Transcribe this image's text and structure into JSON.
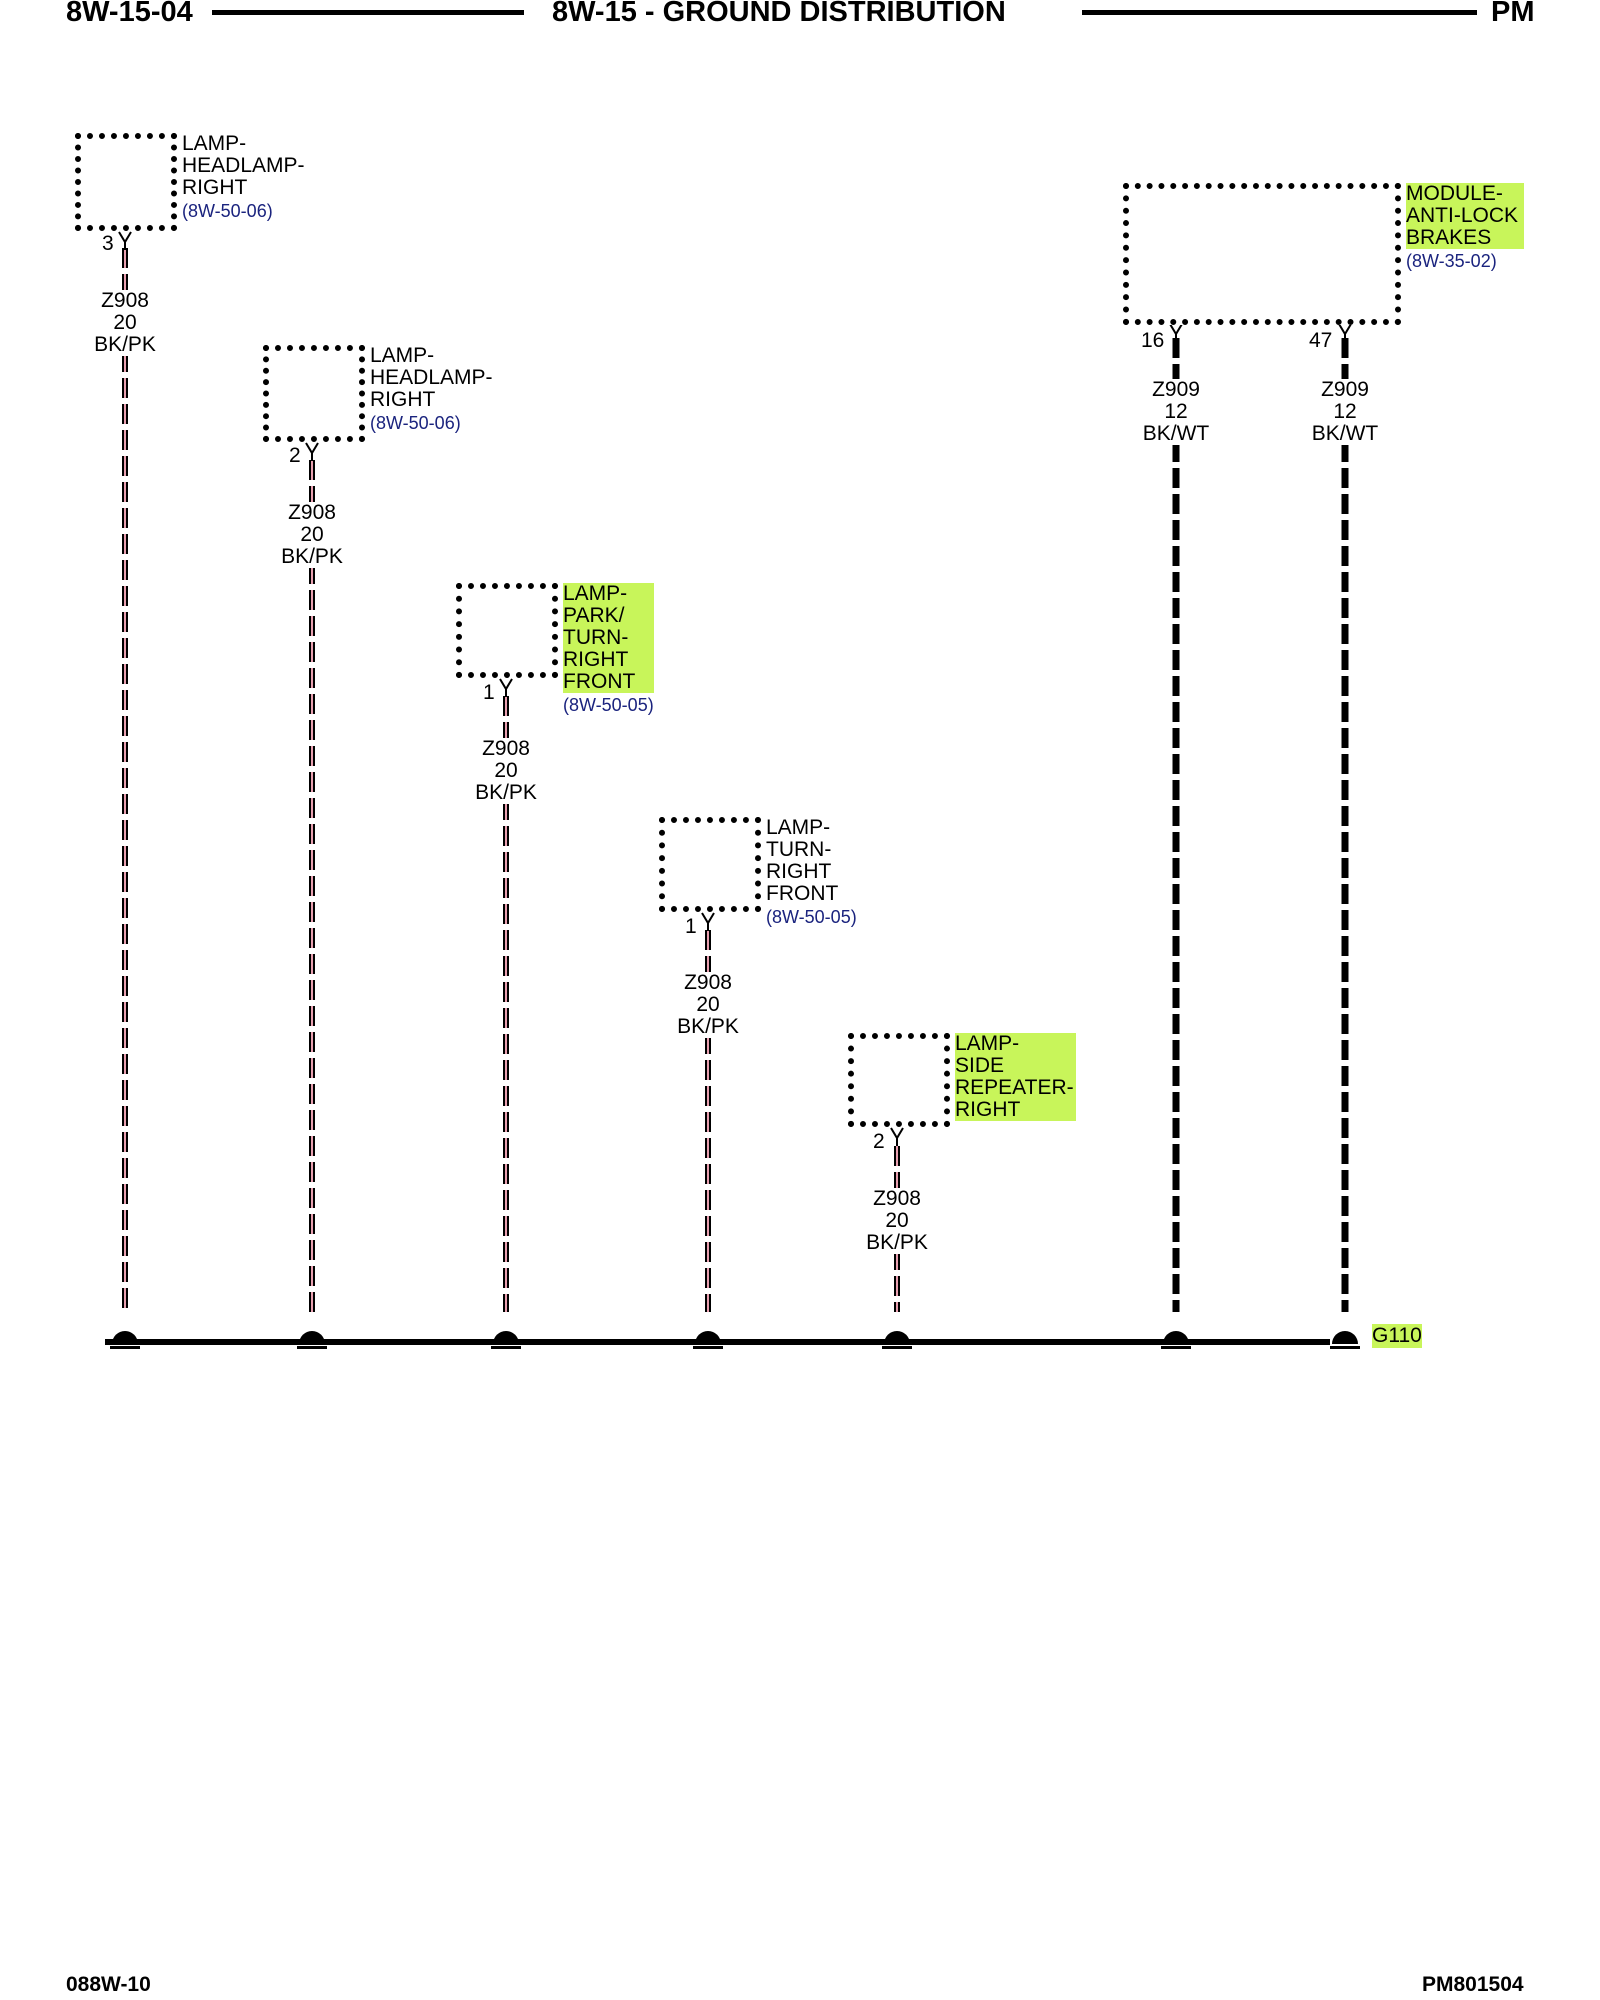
{
  "header": {
    "left": "8W-15-04",
    "center": "8W-15 - GROUND DISTRIBUTION",
    "right": "PM"
  },
  "footer": {
    "left": "088W-10",
    "right": "PM801504"
  },
  "colors": {
    "highlight": "#c8f55a",
    "wire_stripe": "#e8a0b0",
    "reference": "#1a237e"
  },
  "components": [
    {
      "name": "LAMP-\nHEADLAMP-\nRIGHT",
      "ref": "(8W-50-06)",
      "pin": "3",
      "highlighted": false,
      "wire": {
        "circuit": "Z908",
        "gauge": "20",
        "color": "BK/PK"
      }
    },
    {
      "name": "LAMP-\nHEADLAMP-\nRIGHT",
      "ref": "(8W-50-06)",
      "pin": "2",
      "highlighted": false,
      "wire": {
        "circuit": "Z908",
        "gauge": "20",
        "color": "BK/PK"
      }
    },
    {
      "name": "LAMP-\nPARK/\nTURN-\nRIGHT\nFRONT",
      "ref": "(8W-50-05)",
      "pin": "1",
      "highlighted": true,
      "wire": {
        "circuit": "Z908",
        "gauge": "20",
        "color": "BK/PK"
      }
    },
    {
      "name": "LAMP-\nTURN-\nRIGHT\nFRONT",
      "ref": "(8W-50-05)",
      "pin": "1",
      "highlighted": false,
      "wire": {
        "circuit": "Z908",
        "gauge": "20",
        "color": "BK/PK"
      }
    },
    {
      "name": "LAMP-\nSIDE\nREPEATER-\nRIGHT",
      "ref": "",
      "pin": "2",
      "highlighted": true,
      "wire": {
        "circuit": "Z908",
        "gauge": "20",
        "color": "BK/PK"
      }
    },
    {
      "name": "MODULE-\nANTI-LOCK\nBRAKES",
      "ref": "(8W-35-02)",
      "highlighted": true,
      "pins": [
        {
          "pin": "16",
          "wire": {
            "circuit": "Z909",
            "gauge": "12",
            "color": "BK/WT"
          }
        },
        {
          "pin": "47",
          "wire": {
            "circuit": "Z909",
            "gauge": "12",
            "color": "BK/WT"
          }
        }
      ]
    }
  ],
  "ground": {
    "name": "G110",
    "highlighted": true
  }
}
